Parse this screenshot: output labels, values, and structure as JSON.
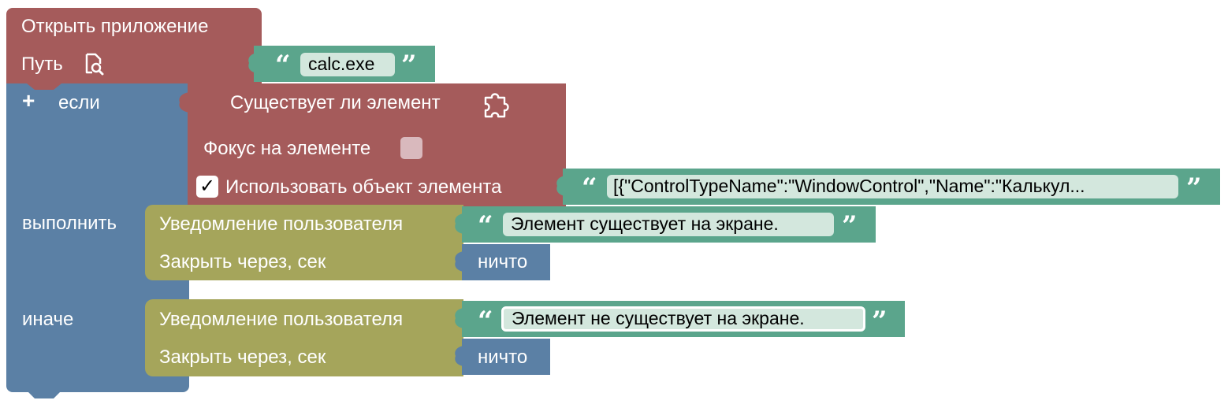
{
  "open_app": {
    "title": "Открыть приложение",
    "path_label": "Путь",
    "path_icon": "file-search-icon",
    "path_value": "calc.exe",
    "color": "#a55b5b"
  },
  "if_block": {
    "if_label": "если",
    "do_label": "выполнить",
    "else_label": "иначе",
    "mutator_icon": "plus-icon",
    "color": "#5b80a5"
  },
  "element_exists": {
    "title": "Существует ли элемент",
    "title_icon": "puzzle-icon",
    "focus_label": "Фокус на элементе",
    "focus_checked": false,
    "use_object_label": "Использовать объект элемента",
    "use_object_checked": true,
    "check_mark": "✓",
    "selector_value": "[{\"ControlTypeName\":\"WindowControl\",\"Name\":\"Калькул...",
    "color": "#a55b5b"
  },
  "notify_then": {
    "title": "Уведомление пользователя",
    "message": "Элемент существует на экране.",
    "close_label": "Закрыть через, сек",
    "close_value": "ничто"
  },
  "notify_else": {
    "title": "Уведомление пользователя",
    "message": "Элемент не существует на экране.",
    "close_label": "Закрыть через, сек",
    "close_value": "ничто"
  },
  "quotes": {
    "open": "“",
    "close": "”"
  },
  "colors": {
    "text_block": "#5ba58c",
    "notify_block": "#a5a55b",
    "logic_value": "#5b80a5"
  }
}
